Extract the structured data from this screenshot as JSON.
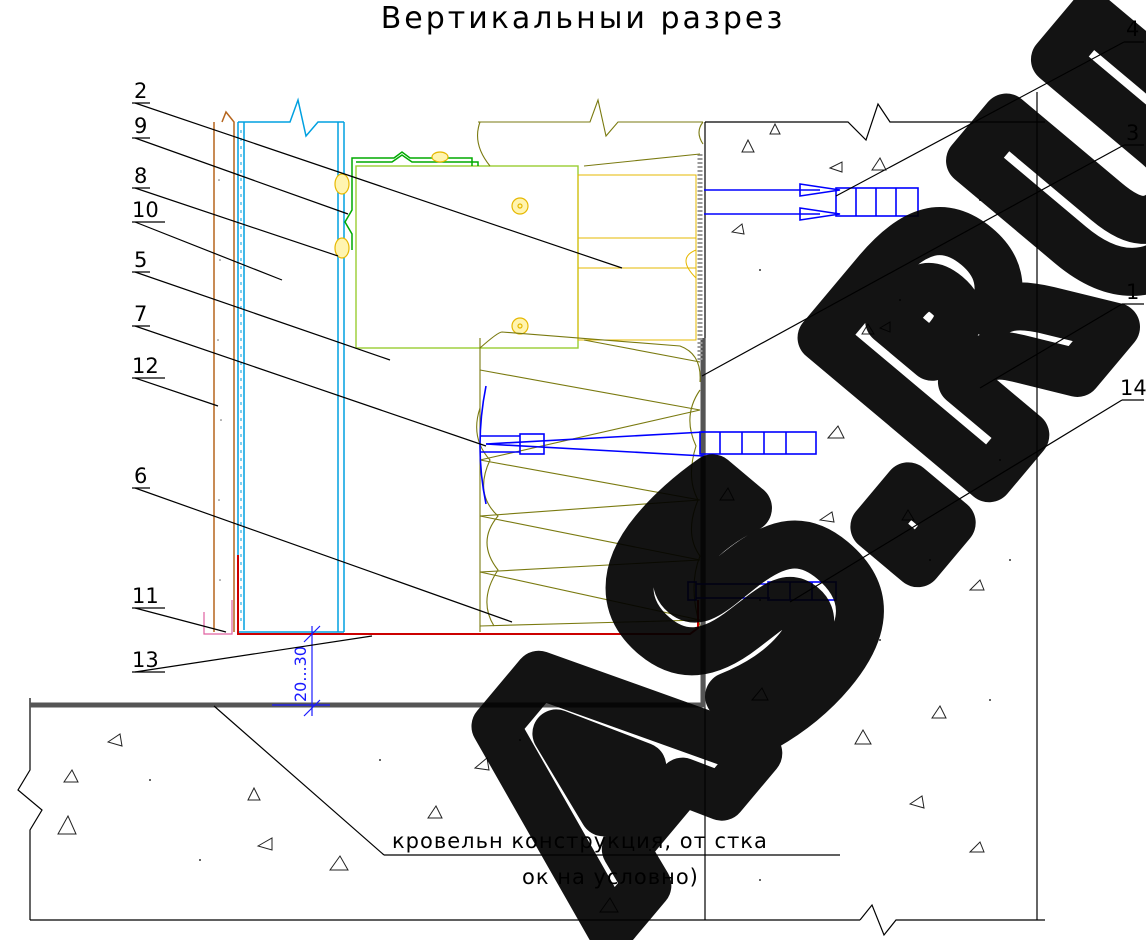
{
  "title": "Вертикальныи разрез",
  "callouts": [
    "1",
    "2",
    "3",
    "4",
    "5",
    "6",
    "7",
    "8",
    "9",
    "10",
    "11",
    "12",
    "13",
    "14"
  ],
  "note": {
    "line1": "кровельн    конструкция, от   стка",
    "line2": "ок     на условно)"
  },
  "dimension": "20...30",
  "watermark": "AS.RU",
  "colors": {
    "concrete": "#000000",
    "insulation": "#7a7a10",
    "bracket": "#9acd32",
    "profile": "#00aa00",
    "cladding": "#00a0e0",
    "anchor": "#0000ff",
    "flashing": "#cc0000",
    "outer_layer": "#b5651d",
    "washer": "#e6b800",
    "watermark": "#000000"
  }
}
